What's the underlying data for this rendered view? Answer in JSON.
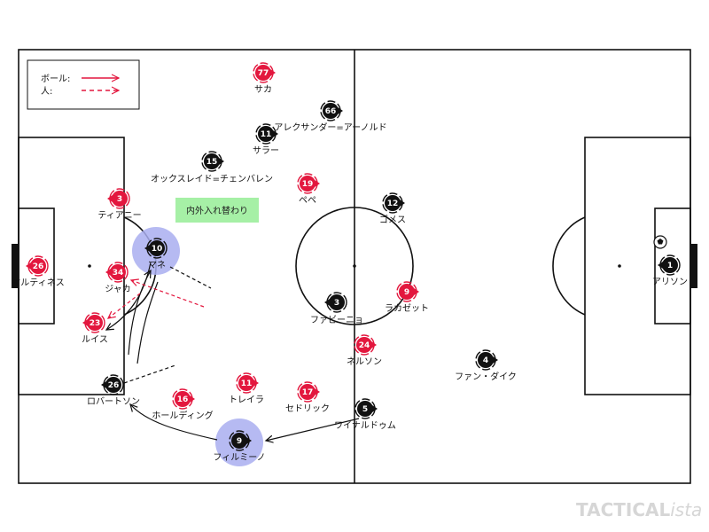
{
  "legend": {
    "ball_label": "ボール:",
    "person_label": "人:"
  },
  "note": "内外入れ替わり",
  "watermark": {
    "bold": "TACTICAL",
    "italic": "ista"
  },
  "colors": {
    "red_team": "#e3173e",
    "black_team": "#111111",
    "highlight": "#a9aef0",
    "note_bg": "#a6f0a6",
    "legend_arrow": "#e3173e"
  },
  "players": [
    {
      "team": "red",
      "number": "77",
      "name": "サカ"
    },
    {
      "team": "black",
      "number": "66",
      "name": "アレクサンダー=アーノルド"
    },
    {
      "team": "black",
      "number": "11",
      "name": "サラー"
    },
    {
      "team": "black",
      "number": "15",
      "name": "オックスレイド=チェンバレン"
    },
    {
      "team": "red",
      "number": "19",
      "name": "ペペ"
    },
    {
      "team": "red",
      "number": "3",
      "name": "ティアニー"
    },
    {
      "team": "black",
      "number": "12",
      "name": "ゴメス"
    },
    {
      "team": "black",
      "number": "10",
      "name": "マネ"
    },
    {
      "team": "red",
      "number": "26",
      "name": "マルティネス"
    },
    {
      "team": "red",
      "number": "34",
      "name": "ジャカ"
    },
    {
      "team": "black",
      "number": "1",
      "name": "アリソン"
    },
    {
      "team": "red",
      "number": "9",
      "name": "ラカゼット"
    },
    {
      "team": "black",
      "number": "3",
      "name": "ファビーニョ"
    },
    {
      "team": "red",
      "number": "23",
      "name": "ルイス"
    },
    {
      "team": "red",
      "number": "24",
      "name": "ネルソン"
    },
    {
      "team": "black",
      "number": "4",
      "name": "ファン・ダイク"
    },
    {
      "team": "black",
      "number": "26",
      "name": "ロバートソン"
    },
    {
      "team": "red",
      "number": "11",
      "name": "トレイラ"
    },
    {
      "team": "red",
      "number": "17",
      "name": "セドリック"
    },
    {
      "team": "red",
      "number": "16",
      "name": "ホールディング"
    },
    {
      "team": "black",
      "number": "5",
      "name": "ワイナルドゥム"
    },
    {
      "team": "black",
      "number": "9",
      "name": "フィルミーノ"
    }
  ]
}
